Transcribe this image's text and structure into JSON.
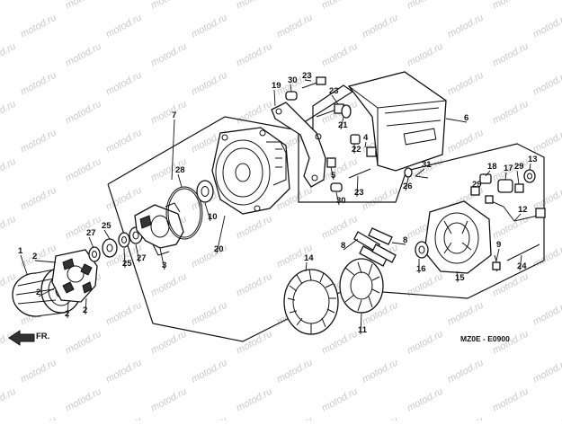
{
  "watermark_text": "motod.ru",
  "diagram_code": "MZ0E - E0900",
  "front_label": "FR.",
  "callouts": [
    "1",
    "2",
    "2",
    "2",
    "2",
    "25",
    "27",
    "25",
    "27",
    "3",
    "28",
    "10",
    "20",
    "7",
    "19",
    "30",
    "23",
    "23",
    "21",
    "22",
    "4",
    "5",
    "23",
    "30",
    "6",
    "31",
    "26",
    "18",
    "17",
    "13",
    "29",
    "29",
    "12",
    "9",
    "24",
    "8",
    "8",
    "14",
    "11",
    "16",
    "15"
  ]
}
